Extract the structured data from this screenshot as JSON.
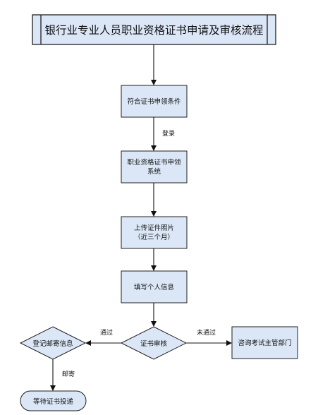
{
  "title": "银行业专业人员职业资格证书申请及审核流程",
  "steps": {
    "condition": "符合证书申领条件",
    "login_label": "登录",
    "system_line1": "职业资格证书申领",
    "system_line2": "系统",
    "upload_line1": "上传证件照片",
    "upload_line2": "（近三个月）",
    "fill_info": "填写个人信息",
    "review": "证书审核",
    "pass_label": "通过",
    "fail_label": "未通过",
    "consult": "咨询考试主管部门",
    "register_mail": "登记邮寄信息",
    "mail_label": "邮寄",
    "await": "等待证书投递"
  },
  "colors": {
    "node_fill": "#dbe7f7",
    "stroke": "#1f1f1f",
    "text": "#111111"
  }
}
